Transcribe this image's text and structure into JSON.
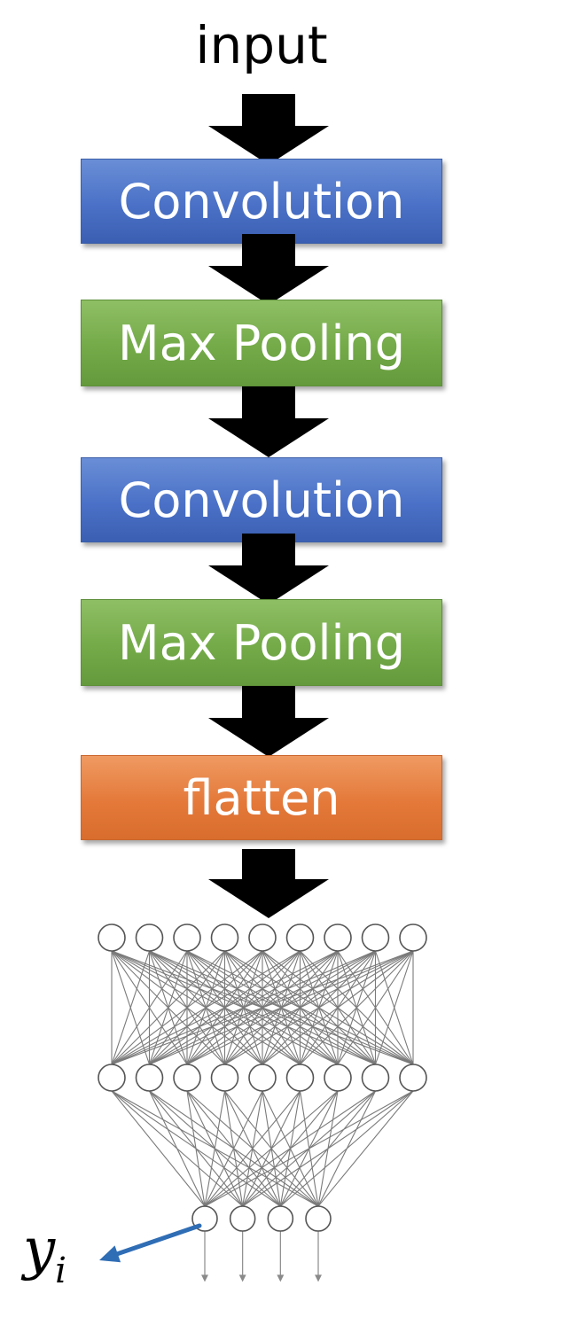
{
  "diagram": {
    "input_label": "input",
    "layers": [
      {
        "label": "Convolution",
        "kind": "conv"
      },
      {
        "label": "Max Pooling",
        "kind": "pool"
      },
      {
        "label": "Convolution",
        "kind": "conv"
      },
      {
        "label": "Max Pooling",
        "kind": "pool"
      },
      {
        "label": "flatten",
        "kind": "flat"
      }
    ],
    "network": {
      "layer_sizes": [
        9,
        9,
        4
      ]
    },
    "output_label": {
      "base": "y",
      "subscript": "i"
    },
    "colors": {
      "convolution": "#4a71c7",
      "max_pooling": "#74aa48",
      "flatten": "#e4793a",
      "output_pointer": "#2f6db5"
    }
  }
}
